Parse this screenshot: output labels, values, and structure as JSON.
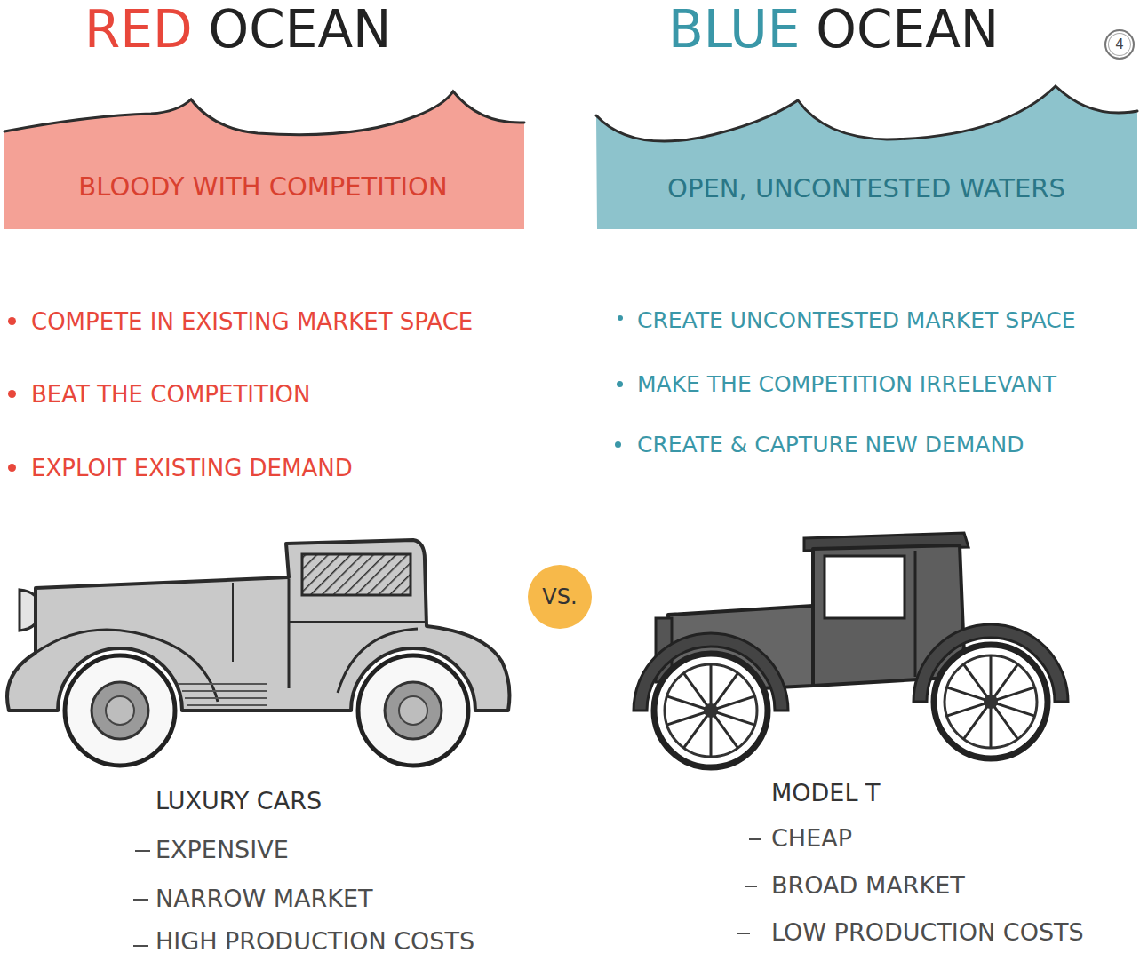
{
  "diagram": {
    "nodes": [
      {
        "text": [
          "4"
        ]
      },
      {
        "text": [
          "BLOODY WITH COMPETITION"
        ]
      },
      {
        "text": [
          "OPEN, UNCONTESTED WATERS"
        ]
      },
      {
        "text": [
          "VS."
        ]
      }
    ],
    "labels": [
      "RED",
      "OCEAN",
      "BLUE",
      "OCEAN",
      "COMPETE IN EXISTING MARKET SPACE",
      "BEAT THE COMPETITION",
      "EXPLOIT EXISTING DEMAND",
      "CREATE UNCONTESTED MARKET SPACE",
      "MAKE THE COMPETITION IRRELEVANT",
      "CREATE & CAPTURE NEW DEMAND",
      "LUXURY CARS",
      "EXPENSIVE",
      "NARROW MARKET",
      "HIGH PRODUCTION COSTS",
      "MODEL T",
      "CHEAP",
      "BROAD MARKET",
      "LOW PRODUCTION COSTS"
    ]
  }
}
